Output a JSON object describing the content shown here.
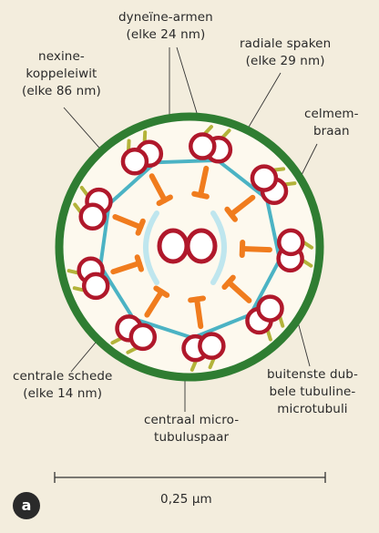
{
  "labels": {
    "dynein": [
      "dyneïne-armen",
      "(elke 24 nm)"
    ],
    "nexin": [
      "nexine-",
      "koppeleiwit",
      "(elke 86 nm)"
    ],
    "radial": [
      "radiale spaken",
      "(elke 29 nm)"
    ],
    "membrane": [
      "celmem-",
      "braan"
    ],
    "sheath": [
      "centrale schede",
      "(elke 14 nm)"
    ],
    "central_pair": [
      "centraal micro-",
      "tubuluspaar"
    ],
    "outer_doublets": [
      "buitenste dub-",
      "bele tubuline-",
      "microtubuli"
    ]
  },
  "scale": {
    "label": "0,25 μm"
  },
  "panel": {
    "letter": "a"
  },
  "structure": {
    "outer_doublet_count": 9,
    "central_tubule_count": 2
  },
  "colors": {
    "background": "#f3eddd",
    "membrane": "#2f7d32",
    "tubule": "#b0182b",
    "radial_spoke": "#f07c1e",
    "dynein_arm": "#b3b33a",
    "nexin_link": "#4bb3c4",
    "central_sheath": "#bfe6ee",
    "leader_line": "#333333"
  }
}
